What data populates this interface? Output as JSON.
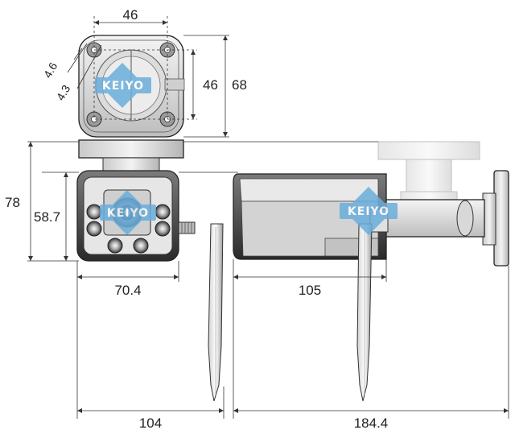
{
  "dimensions": {
    "top_width": "46",
    "top_inner_height": "46",
    "top_outer_height": "68",
    "hole_a": "4.6",
    "hole_b": "4.3",
    "front_height_total": "78",
    "front_height_body": "58.7",
    "front_width": "70.4",
    "side_length": "105",
    "total_width_front": "104",
    "total_length_side": "184.4"
  },
  "watermark": {
    "text": "KEIYO",
    "color": "#6aaedc"
  }
}
